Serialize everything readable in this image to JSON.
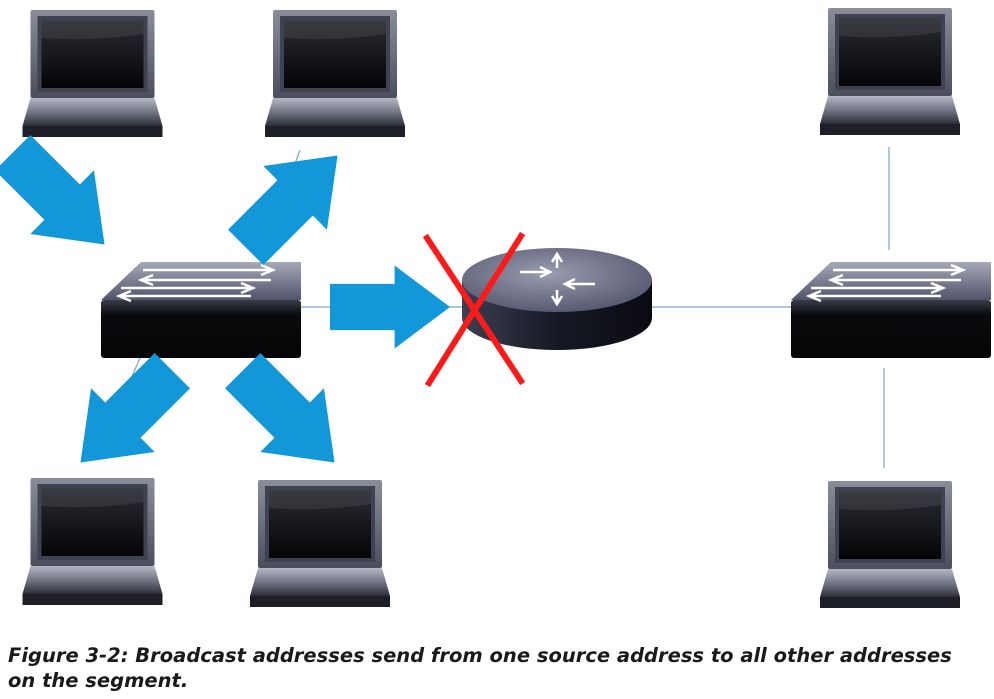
{
  "figure": {
    "caption": "Figure 3-2: Broadcast addresses send from one source address to all other addresses on the segment.",
    "colors": {
      "arrow": "#1297d8",
      "blocked_mark": "#ff1a1a",
      "link": "#7ba3cc",
      "device_dark": "#0b0b0f"
    },
    "devices": [
      {
        "name": "laptop-top-left",
        "icon": "laptop-icon"
      },
      {
        "name": "laptop-top-middle",
        "icon": "laptop-icon"
      },
      {
        "name": "laptop-bottom-left",
        "icon": "laptop-icon"
      },
      {
        "name": "laptop-bottom-middle",
        "icon": "laptop-icon"
      },
      {
        "name": "laptop-top-right",
        "icon": "laptop-icon"
      },
      {
        "name": "laptop-bottom-right",
        "icon": "laptop-icon"
      },
      {
        "name": "switch-left",
        "icon": "switch-icon"
      },
      {
        "name": "switch-right",
        "icon": "switch-icon"
      },
      {
        "name": "router",
        "icon": "router-icon"
      }
    ],
    "blocked_at": "router"
  }
}
